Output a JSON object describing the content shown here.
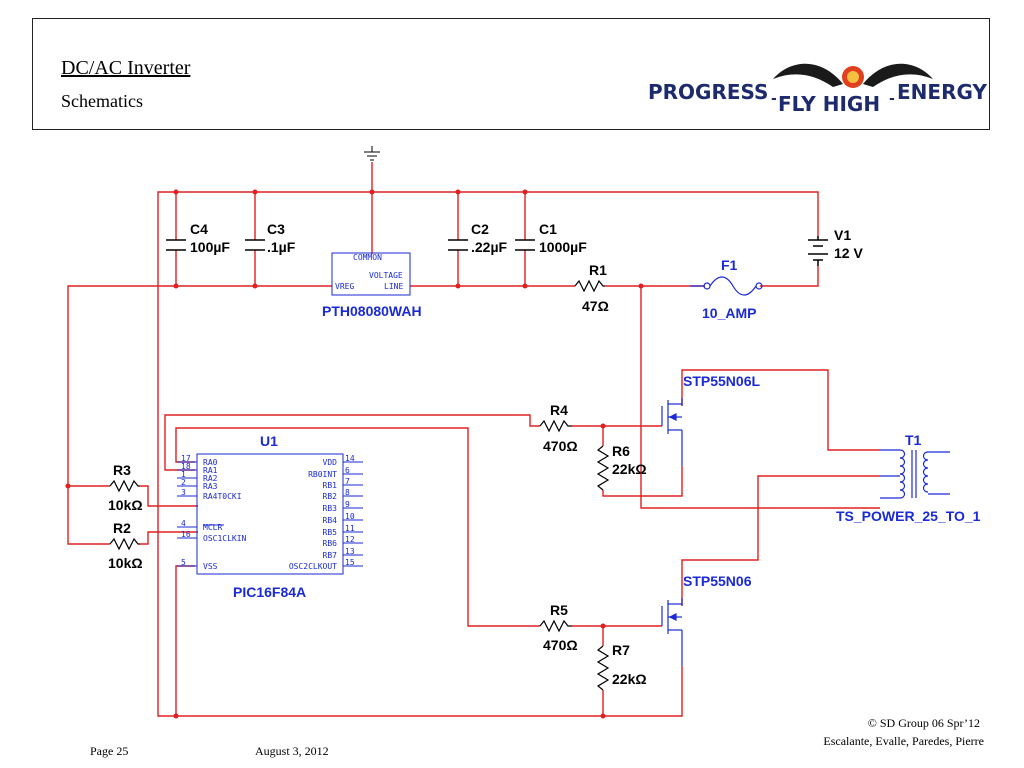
{
  "header": {
    "title": "DC/AC Inverter",
    "subtitle": "Schematics",
    "logo": {
      "left": "PROGRESS",
      "middle": "FLY HIGH",
      "right": "ENERGY",
      "sep_left": "-",
      "sep_right": "-"
    }
  },
  "schematic": {
    "components": {
      "C4": {
        "ref": "C4",
        "value": "100µF"
      },
      "C3": {
        "ref": "C3",
        "value": ".1µF"
      },
      "C2": {
        "ref": "C2",
        "value": ".22µF"
      },
      "C1": {
        "ref": "C1",
        "value": "1000µF"
      },
      "V1": {
        "ref": "V1",
        "value": "12 V"
      },
      "F1": {
        "ref": "F1",
        "value": "10_AMP"
      },
      "R1": {
        "ref": "R1",
        "value": "47Ω"
      },
      "R2": {
        "ref": "R2",
        "value": "10kΩ"
      },
      "R3": {
        "ref": "R3",
        "value": "10kΩ"
      },
      "R4": {
        "ref": "R4",
        "value": "470Ω"
      },
      "R5": {
        "ref": "R5",
        "value": "470Ω"
      },
      "R6": {
        "ref": "R6",
        "value": "22kΩ"
      },
      "R7": {
        "ref": "R7",
        "value": "22kΩ"
      },
      "Q1": {
        "part": "STP55N06L"
      },
      "Q2": {
        "part": "STP55N06"
      },
      "T1": {
        "ref": "T1",
        "part": "TS_POWER_25_TO_1"
      },
      "U1": {
        "ref": "U1",
        "part": "PIC16F84A"
      },
      "REG": {
        "part": "PTH08080WAH",
        "pin_common": "COMMON",
        "pin_vreg": "VREG",
        "pin_line_top": "VOLTAGE",
        "pin_line": "LINE"
      }
    },
    "mcu_left_pins": [
      {
        "num": "17",
        "name": "RA0"
      },
      {
        "num": "18",
        "name": "RA1"
      },
      {
        "num": "1",
        "name": "RA2"
      },
      {
        "num": "2",
        "name": "RA3"
      },
      {
        "num": "3",
        "name": "RA4T0CKI"
      },
      {
        "num": "4",
        "name": "MCLR"
      },
      {
        "num": "16",
        "name": "OSC1CLKIN"
      },
      {
        "num": "5",
        "name": "VSS"
      }
    ],
    "mcu_right_pins": [
      {
        "num": "14",
        "name": "VDD"
      },
      {
        "num": "6",
        "name": "RB0INT"
      },
      {
        "num": "7",
        "name": "RB1"
      },
      {
        "num": "8",
        "name": "RB2"
      },
      {
        "num": "9",
        "name": "RB3"
      },
      {
        "num": "10",
        "name": "RB4"
      },
      {
        "num": "11",
        "name": "RB5"
      },
      {
        "num": "12",
        "name": "RB6"
      },
      {
        "num": "13",
        "name": "RB7"
      },
      {
        "num": "15",
        "name": "OSC2CLKOUT"
      }
    ]
  },
  "footer": {
    "copyright": "© SD Group 06 Spr’12",
    "authors": "Escalante, Evalle, Paredes, Pierre",
    "page": "Page 25",
    "date": "August 3, 2012"
  },
  "colors": {
    "wire": "#e02020",
    "component": "#1a2ad6",
    "text": "#000000",
    "logo_dark": "#1d2a6b"
  }
}
